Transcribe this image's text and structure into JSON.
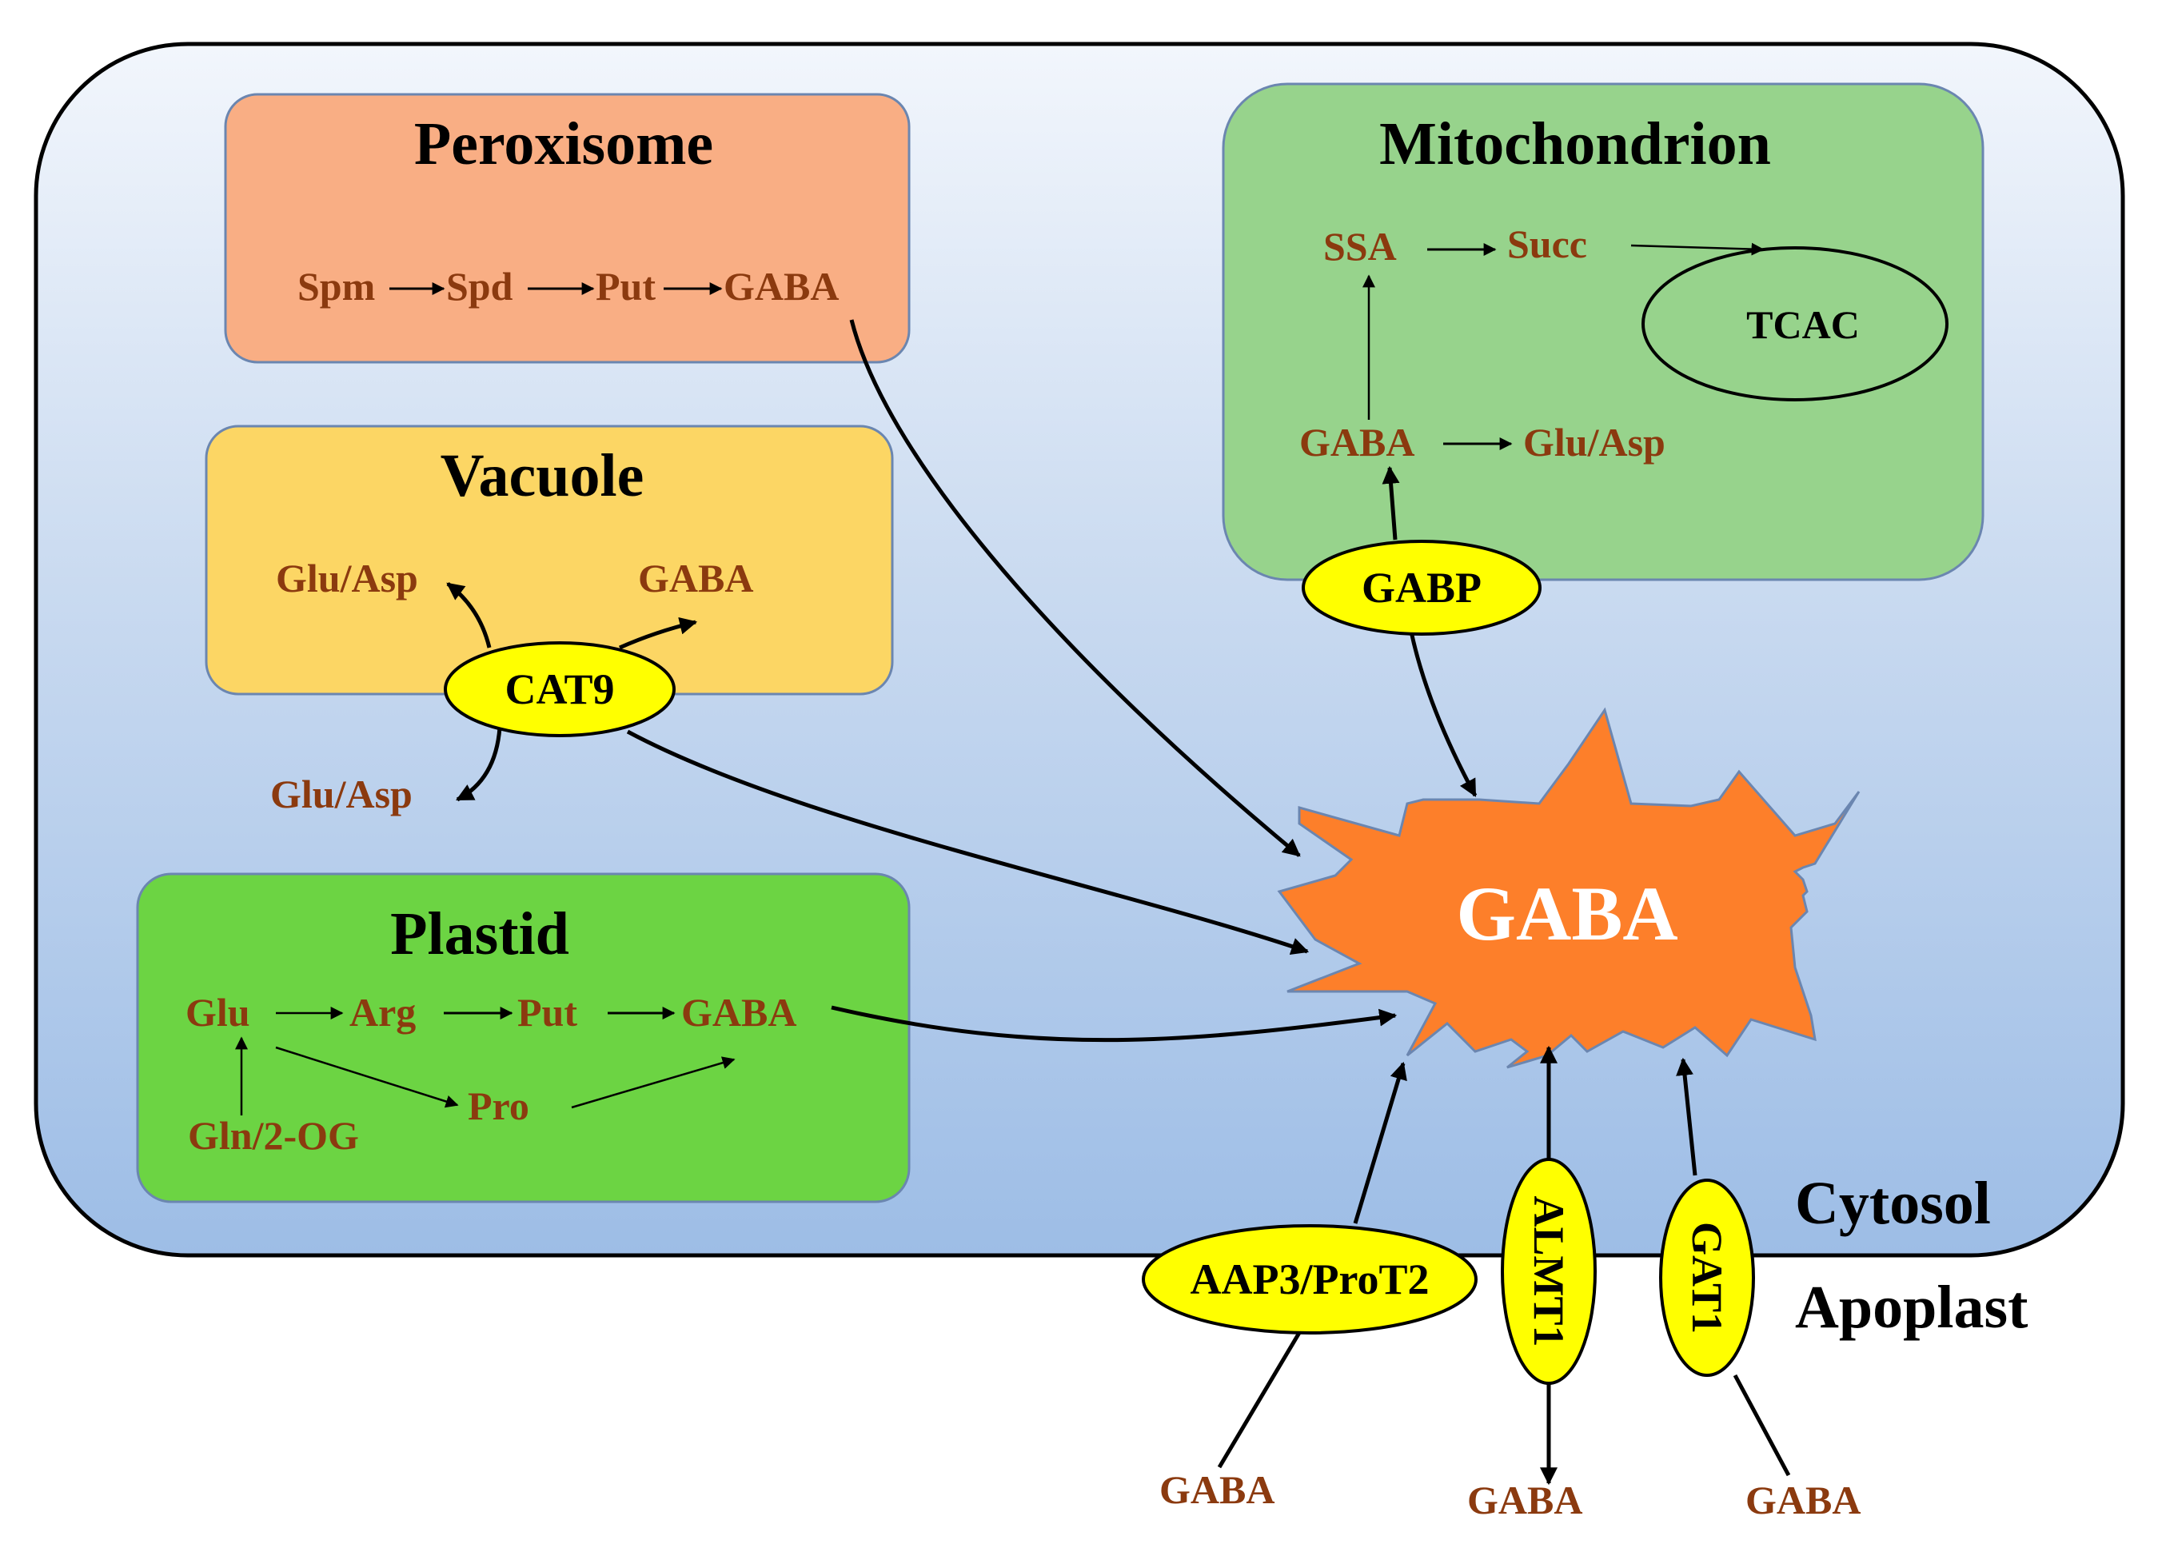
{
  "colors": {
    "cell_top": "#f2f6fc",
    "cell_bottom": "#9dbde6",
    "peroxisome": "#f9ae84",
    "vacuole": "#fcd664",
    "plastid": "#6cd443",
    "mitochondrion": "#97d38c",
    "transporter": "#ffff00",
    "hub": "#fd7f2a",
    "metabolite_text": "#8b3a0f"
  },
  "peroxisome": {
    "title": "Peroxisome",
    "spm": "Spm",
    "spd": "Spd",
    "put": "Put",
    "gaba": "GABA"
  },
  "vacuole": {
    "title": "Vacuole",
    "glu_asp_in": "Glu/Asp",
    "gaba": "GABA",
    "glu_asp_out": "Glu/Asp",
    "transporter": "CAT9"
  },
  "plastid": {
    "title": "Plastid",
    "glu": "Glu",
    "arg": "Arg",
    "put": "Put",
    "gaba": "GABA",
    "pro": "Pro",
    "gln": "Gln/2-OG"
  },
  "mitochondrion": {
    "title": "Mitochondrion",
    "ssa": "SSA",
    "succ": "Succ",
    "tcac": "TCAC",
    "gaba": "GABA",
    "glu_asp": "Glu/Asp",
    "transporter": "GABP"
  },
  "hub": {
    "label": "GABA"
  },
  "membrane": {
    "cytosol": "Cytosol",
    "apoplast": "Apoplast",
    "aap3": "AAP3/ProT2",
    "almt1": "ALMT1",
    "gat1": "GAT1",
    "gaba_aap3": "GABA",
    "gaba_almt1": "GABA",
    "gaba_gat1": "GABA"
  }
}
